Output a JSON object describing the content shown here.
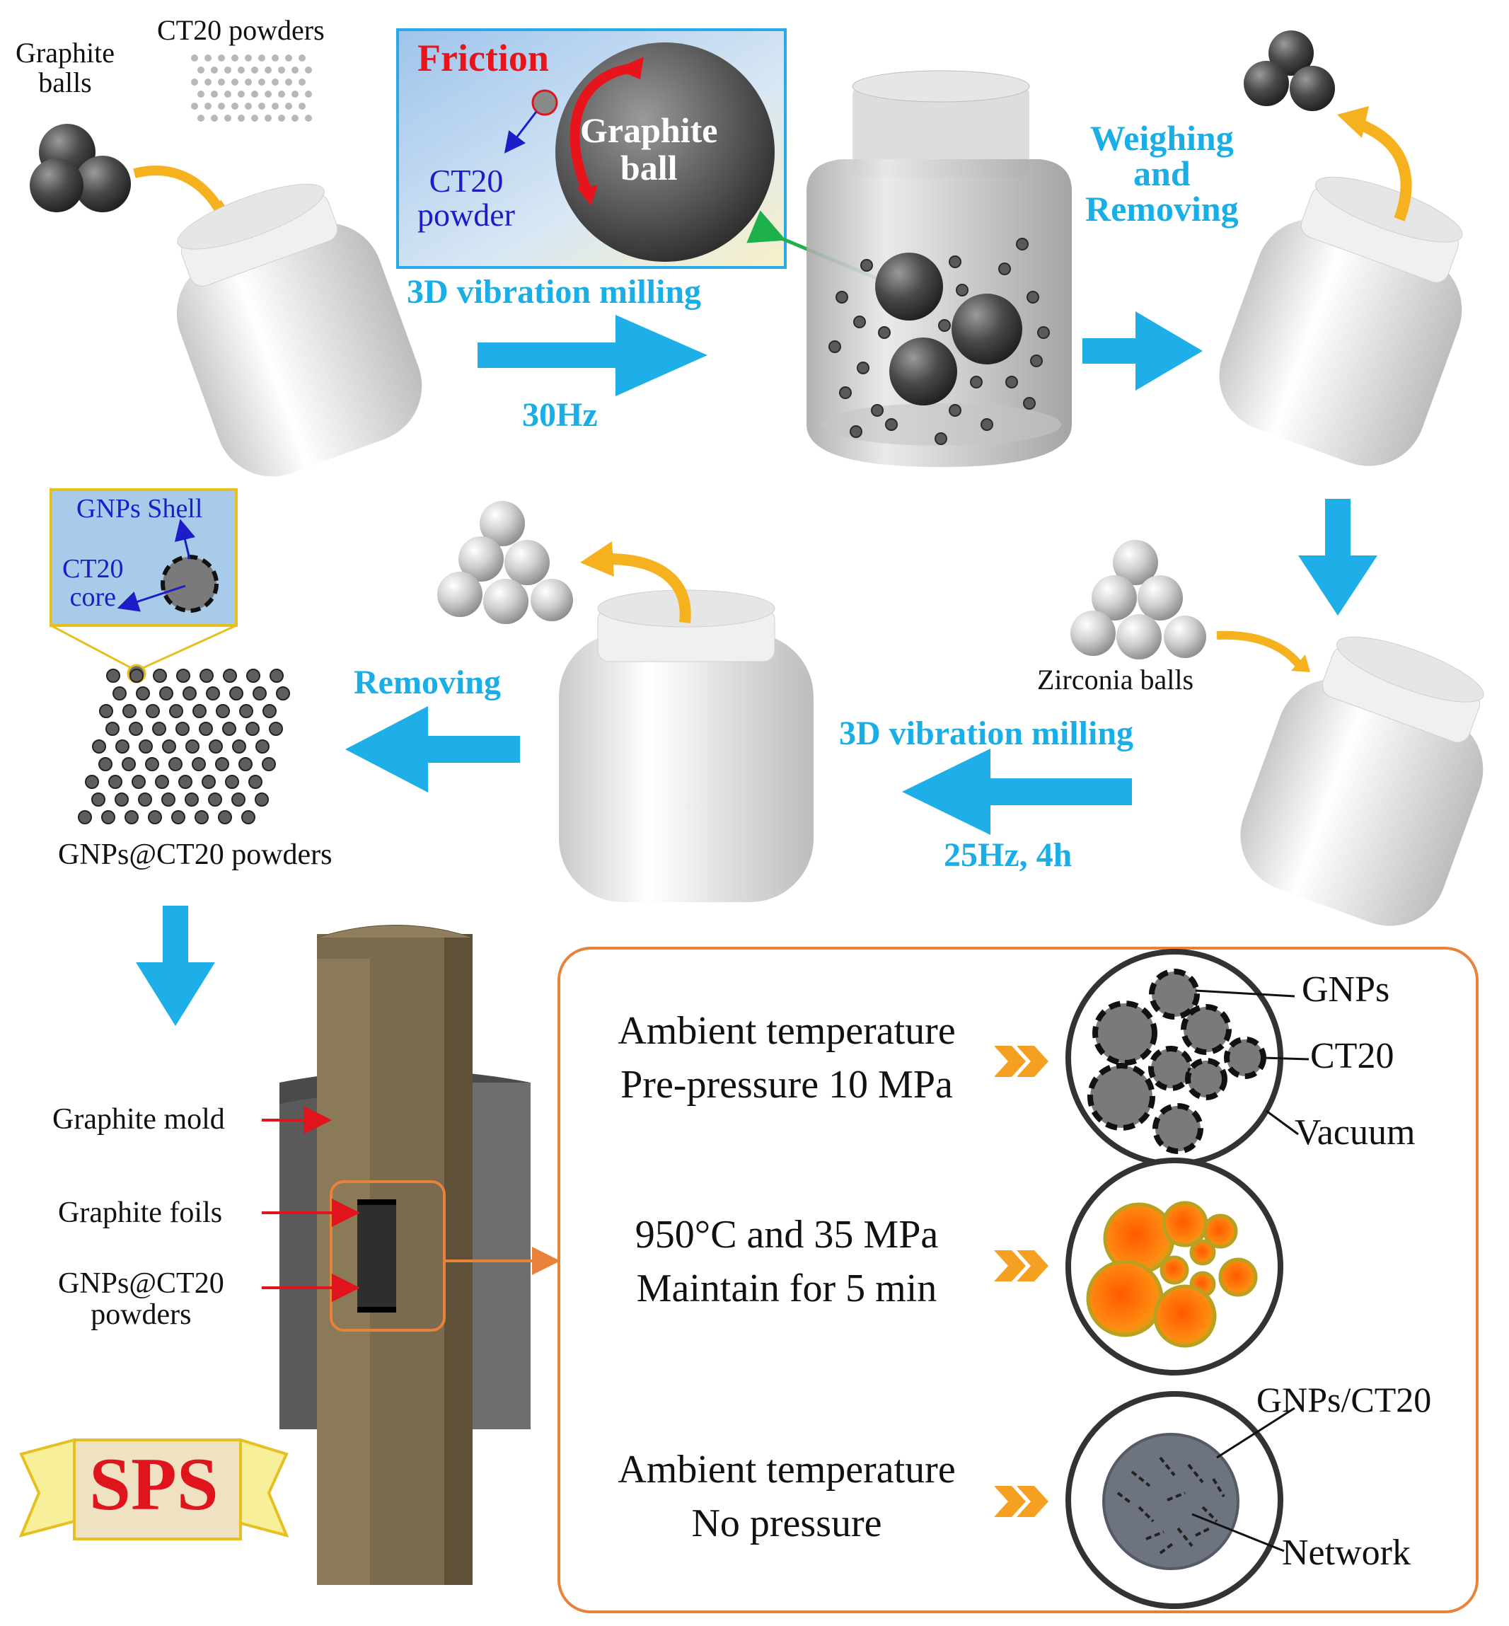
{
  "step1": {
    "graphite_balls_label": "Graphite\nballs",
    "ct20_powders_label": "CT20 powders"
  },
  "inset_friction": {
    "friction_label": "Friction",
    "graphite_ball_label": "Graphite\nball",
    "ct20_powder_label": "CT20\npowder"
  },
  "milling_1": {
    "label": "3D vibration milling",
    "frequency": "30Hz"
  },
  "weighing_label": "Weighing\nand\nRemoving",
  "zirconia_balls_label": "Zirconia balls",
  "milling_2": {
    "label": "3D vibration milling",
    "params": "25Hz, 4h"
  },
  "removing_label": "Removing",
  "core_shell_inset": {
    "shell_label": "GNPs Shell",
    "core_label": "CT20\ncore"
  },
  "coated_powders_label": "GNPs@CT20 powders",
  "sps_mold": {
    "graphite_mold_label": "Graphite mold",
    "graphite_foils_label": "Graphite foils",
    "powders_label": "GNPs@CT20\npowders",
    "sps_badge": "SPS"
  },
  "sintering_stages": [
    {
      "condition": "Ambient temperature\nPre-pressure 10 MPa"
    },
    {
      "condition": "950°C and 35 MPa\nMaintain for 5 min"
    },
    {
      "condition": "Ambient temperature\nNo pressure"
    }
  ],
  "stage1_labels": {
    "gnps": "GNPs",
    "ct20": "CT20",
    "vacuum": "Vacuum"
  },
  "stage3_labels": {
    "composite": "GNPs/CT20",
    "network": "Network"
  },
  "colors": {
    "arrow_blue": "#1eaee8",
    "label_blue": "#19aee6",
    "friction_red": "#e8141c",
    "orange_arrow": "#f5b21e",
    "stage_frame": "#e8823a",
    "mold_brown": "#7a6a4e"
  }
}
